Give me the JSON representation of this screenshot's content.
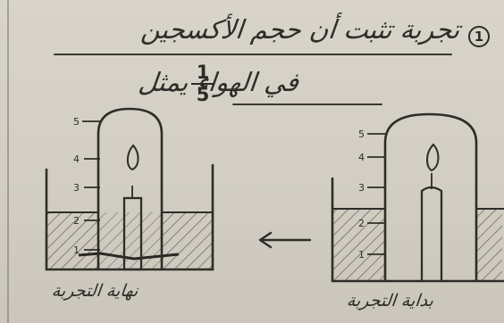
{
  "question": {
    "number": "1",
    "line1": "تجربة تثبت أن حجم الأكسجين",
    "line2": "في الهواء يمثل",
    "fraction": {
      "numerator": "1",
      "denominator": "5"
    }
  },
  "scale": {
    "marks": [
      "5",
      "4",
      "3",
      "2",
      "1"
    ]
  },
  "labels": {
    "end": "نهاية التجربة",
    "start": "بداية التجربة"
  },
  "colors": {
    "ink": "#2f2c29",
    "paper": "#d5d1c6"
  },
  "arrow": "left-arrow"
}
